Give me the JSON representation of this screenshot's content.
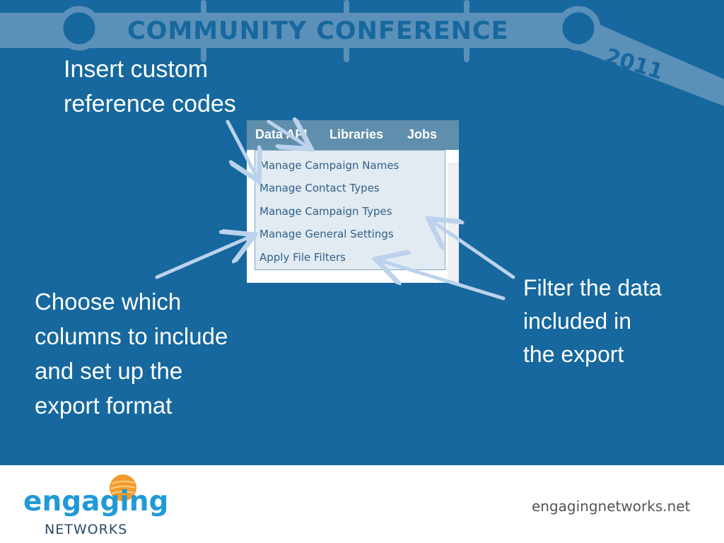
{
  "banner": {
    "title": "COMMUNITY CONFERENCE",
    "year": "2011"
  },
  "callouts": {
    "reference_codes": "Insert custom\nreference codes",
    "columns": "Choose which\ncolumns to include\nand set up the\nexport format",
    "filter": "Filter the data\nincluded in\nthe export"
  },
  "menu_bar": {
    "tabs": [
      "Data API",
      "Libraries",
      "Jobs"
    ]
  },
  "dropdown": {
    "items": [
      "Manage Campaign Names",
      "Manage Contact Types",
      "Manage Campaign Types",
      "Manage General Settings",
      "Apply File Filters"
    ]
  },
  "footer": {
    "logo_word": "engaging",
    "logo_sub": "NETWORKS",
    "url": "engagingnetworks.net"
  },
  "colors": {
    "slide_blue": "#16689e",
    "banner_band": "#5b90b9",
    "menu_bar": "#5f8fad",
    "dropdown_bg": "#e2ebf2",
    "menu_text": "#2e5f88",
    "arrow": "#bcd2ec",
    "logo_blue": "#1f9ad6",
    "logo_orange": "#f29b2c"
  }
}
